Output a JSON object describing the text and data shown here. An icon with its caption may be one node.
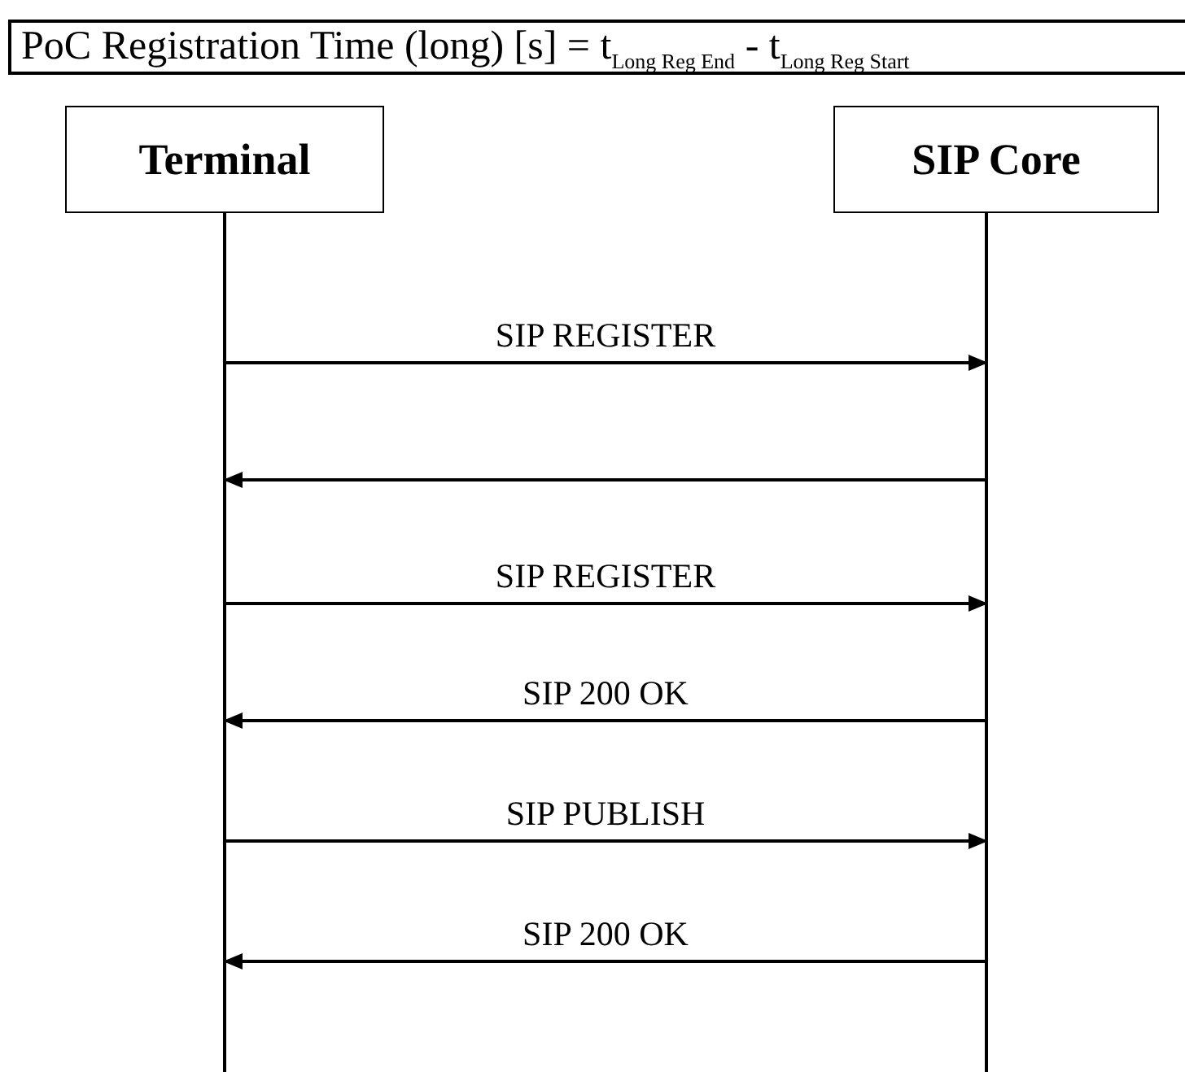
{
  "diagram": {
    "title": "PoC Registration Time (long) [s] = t$_{Long Reg End}$ - t$_{Long Reg Start}$",
    "nodes": [
      {
        "text": [
          "Terminal"
        ]
      },
      {
        "text": [
          "SIP Core"
        ]
      }
    ],
    "edges": [
      {
        "from": 0,
        "to": 1,
        "arrow": "to",
        "label": "SIP REGISTER"
      },
      {
        "from": 1,
        "to": 0,
        "arrow": "to"
      },
      {
        "from": 0,
        "to": 1,
        "arrow": "to",
        "label": "SIP REGISTER"
      },
      {
        "from": 1,
        "to": 0,
        "arrow": "to",
        "label": "SIP 200 OK"
      },
      {
        "from": 0,
        "to": 1,
        "arrow": "to",
        "label": "SIP PUBLISH"
      },
      {
        "from": 1,
        "to": 0,
        "arrow": "to",
        "label": "SIP 200 OK"
      }
    ]
  }
}
